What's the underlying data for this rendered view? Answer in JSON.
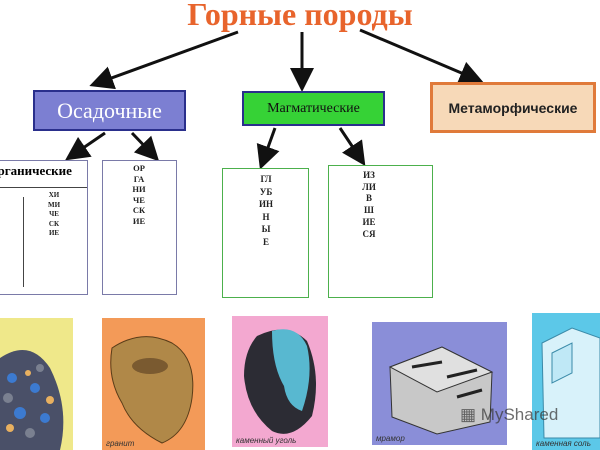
{
  "title": "Горные породы",
  "categories": {
    "sedimentary": "Осадочные",
    "igneous": "Магматические",
    "metamorphic": "Метаморфические"
  },
  "sedimentary_sub": {
    "organic_header": "органические",
    "chemical": "ХИМИЧЕСКИЕ",
    "inorganic": "ОРГАНИЧЕСКИЕ"
  },
  "igneous_sub": {
    "deep": "ГЛУБИННЫЕ",
    "effusive": "ИЗЛИВШИЕСЯ"
  },
  "images": [
    {
      "caption": ""
    },
    {
      "caption": "гранит"
    },
    {
      "caption": "каменный уголь"
    },
    {
      "caption": "мрамор"
    },
    {
      "caption": "каменная соль"
    }
  ],
  "watermark": "MyShared",
  "colors": {
    "title": "#e8642c",
    "sedimentary": "#7c7fd2",
    "igneous": "#36d236",
    "metamorphic": "#f7d9b8"
  }
}
